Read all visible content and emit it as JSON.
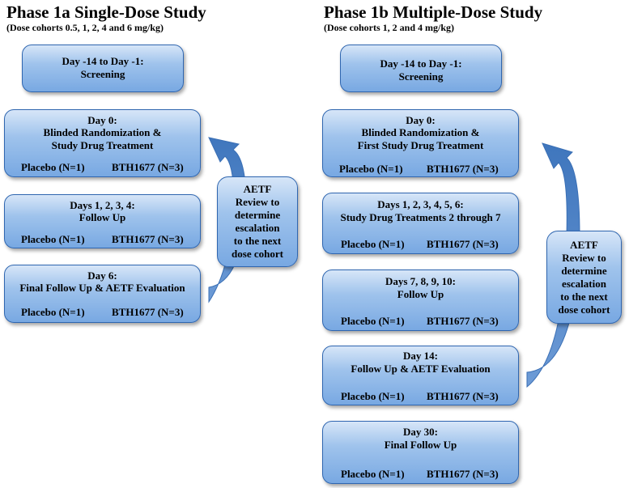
{
  "phase1a": {
    "title": "Phase 1a Single-Dose Study",
    "subtitle": "(Dose cohorts 0.5, 1, 2, 4 and 6 mg/kg)",
    "boxes": [
      {
        "line1": "Day -14 to Day -1:",
        "line2": "Screening"
      },
      {
        "line1": "Day 0:",
        "line2": "Blinded Randomization &",
        "line3": "Study Drug Treatment",
        "placebo": "Placebo  (N=1)",
        "bth": "BTH1677 (N=3)"
      },
      {
        "line1": "Days 1, 2, 3, 4:",
        "line2": "Follow Up",
        "placebo": "Placebo  (N=1)",
        "bth": "BTH1677 (N=3)"
      },
      {
        "line1": "Day 6:",
        "line2": "Final Follow Up & AETF Evaluation",
        "placebo": "Placebo  (N=1)",
        "bth": "BTH1677 (N=3)"
      }
    ],
    "aetf": [
      "AETF",
      "Review to",
      "determine",
      "escalation",
      "to the next",
      "dose cohort"
    ]
  },
  "phase1b": {
    "title": "Phase 1b Multiple-Dose Study",
    "subtitle": "(Dose cohorts 1, 2 and 4 mg/kg)",
    "boxes": [
      {
        "line1": "Day -14 to Day -1:",
        "line2": "Screening"
      },
      {
        "line1": "Day 0:",
        "line2": "Blinded Randomization &",
        "line3": "First Study Drug Treatment",
        "placebo": "Placebo  (N=1)",
        "bth": "BTH1677 (N=3)"
      },
      {
        "line1": "Days 1, 2, 3, 4, 5, 6:",
        "line2": "Study Drug Treatments 2 through 7",
        "placebo": "Placebo (N=1)",
        "bth": "BTH1677 (N=3)"
      },
      {
        "line1": "Days 7, 8, 9, 10:",
        "line2": "Follow Up",
        "placebo": "Placebo (N=1)",
        "bth": "BTH1677 (N=3)"
      },
      {
        "line1": "Day 14:",
        "line2": "Follow Up & AETF Evaluation",
        "placebo": "Placebo (N=1)",
        "bth": "BTH1677 (N=3)"
      },
      {
        "line1": "Day 30:",
        "line2": "Final Follow Up",
        "placebo": "Placebo (N=1)",
        "bth": "BTH1677 (N=3)"
      }
    ],
    "aetf": [
      "AETF",
      "Review to",
      "determine",
      "escalation",
      "to the next",
      "dose cohort"
    ]
  },
  "colors": {
    "box_fill_top": "#d7e6f8",
    "box_fill_bottom": "#78a8e2",
    "box_border": "#2f66b0",
    "arrow": "#4f86c9"
  }
}
